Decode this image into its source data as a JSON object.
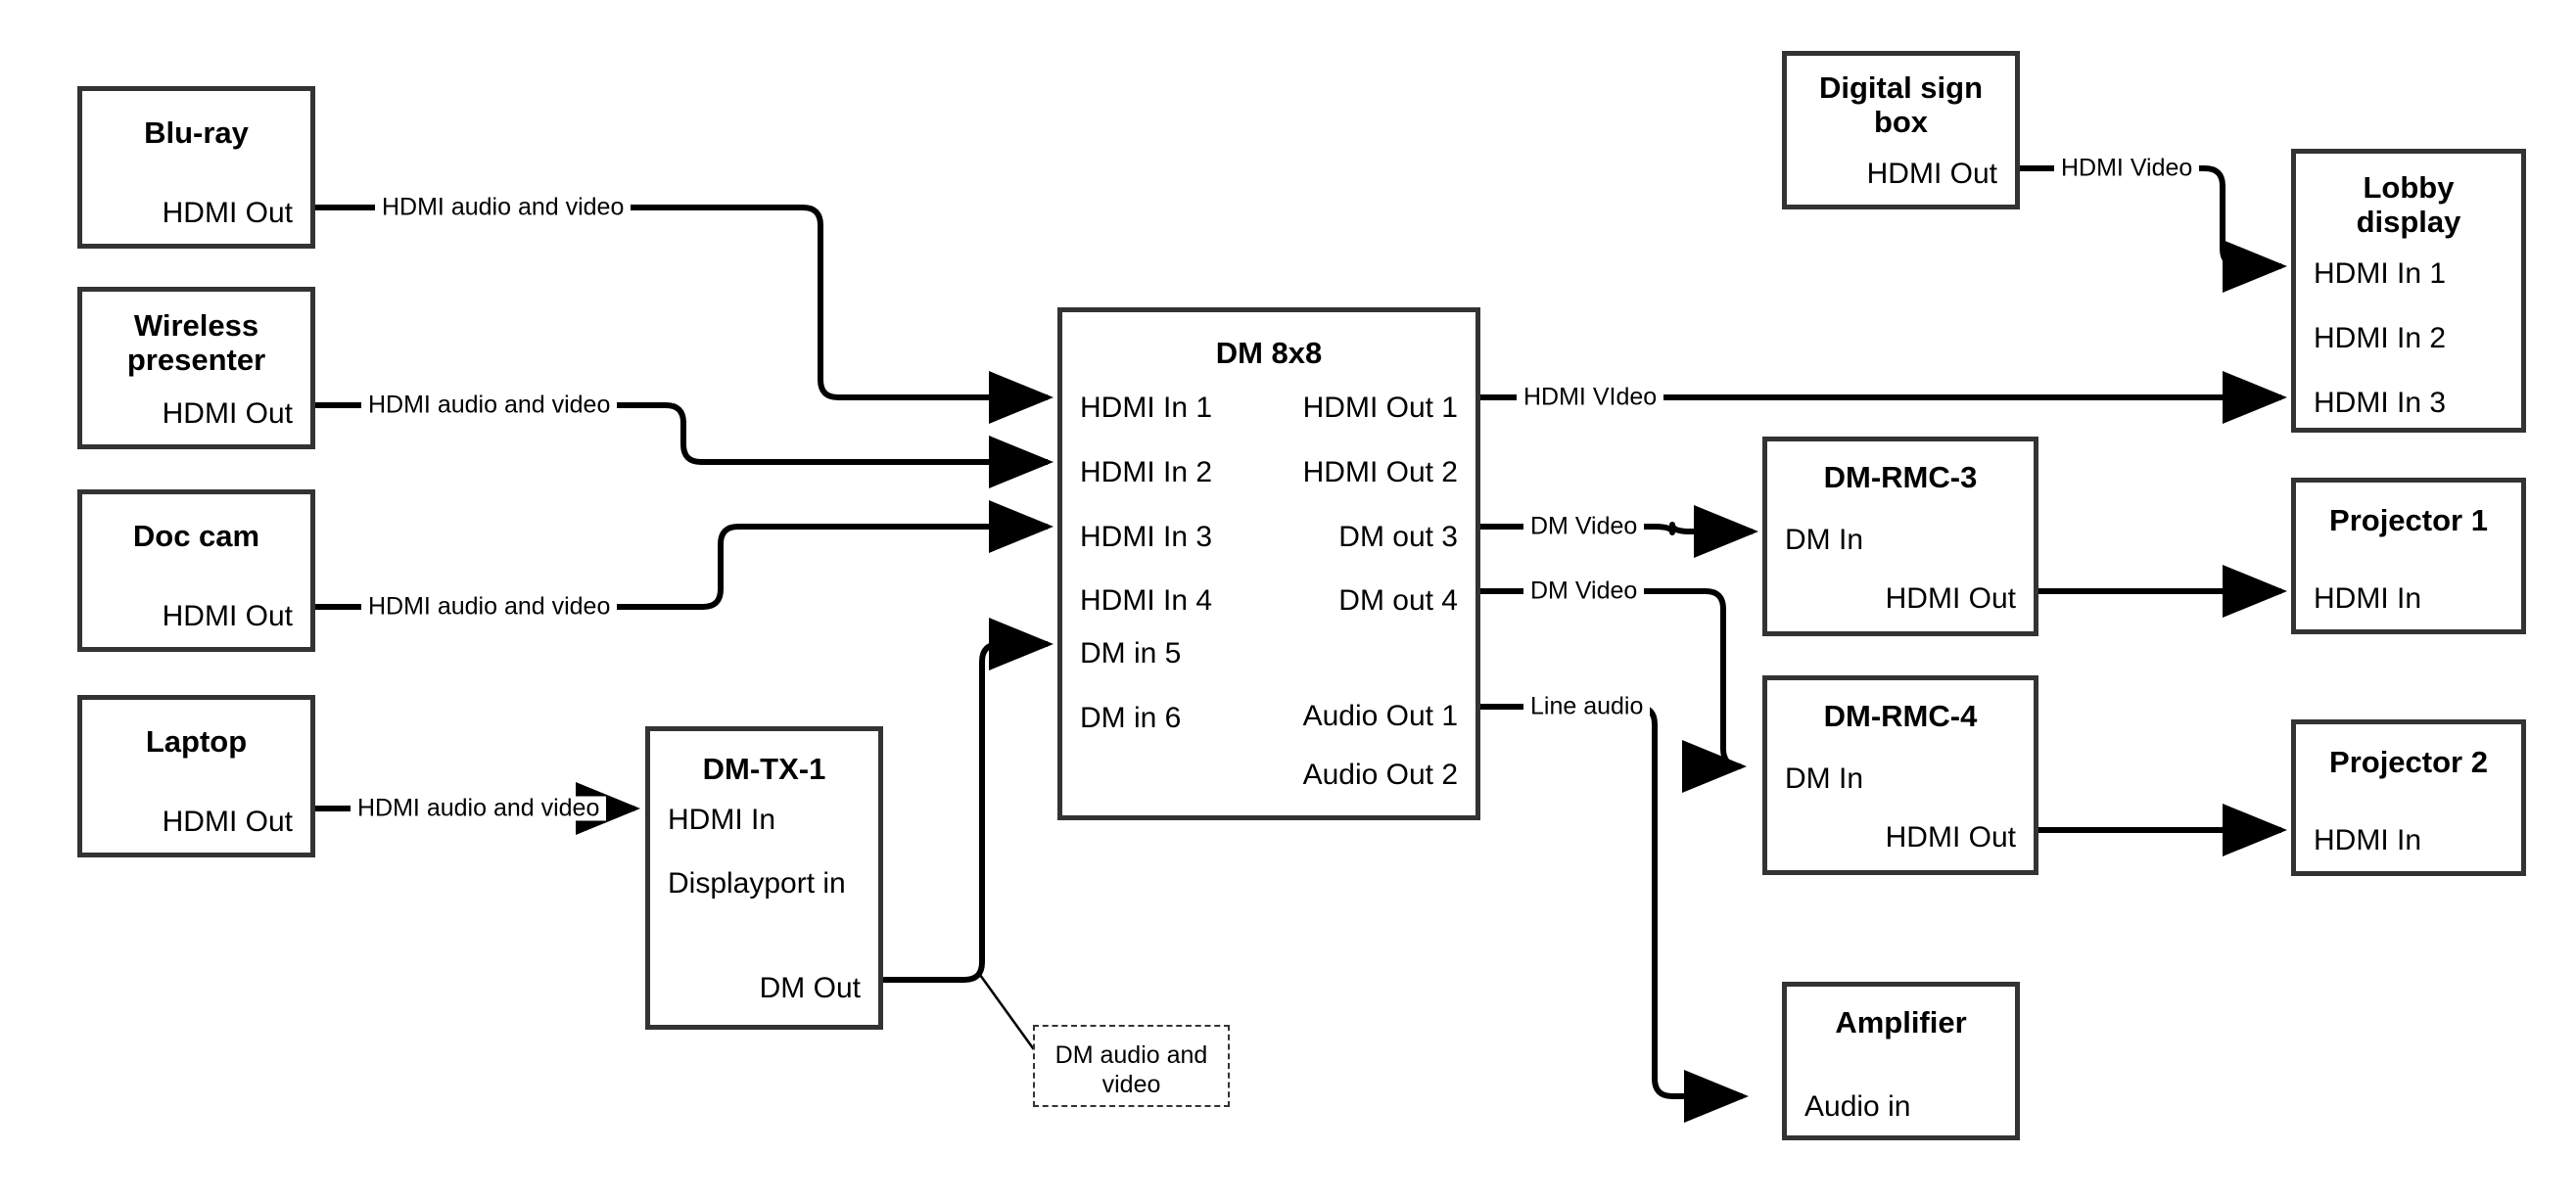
{
  "diagram": {
    "title": "DM 8x8 AV distribution system diagram",
    "stroke_color": "#333333",
    "text_color": "#000000",
    "background": "#ffffff"
  },
  "nodes": {
    "bluray": {
      "title": "Blu-ray",
      "ports": {
        "out1": "HDMI Out"
      }
    },
    "wireless": {
      "title": "Wireless\npresenter",
      "title_line1": "Wireless",
      "title_line2": "presenter",
      "ports": {
        "out1": "HDMI Out"
      }
    },
    "doccam": {
      "title": "Doc cam",
      "ports": {
        "out1": "HDMI Out"
      }
    },
    "laptop": {
      "title": "Laptop",
      "ports": {
        "out1": "HDMI Out"
      }
    },
    "dmtx1": {
      "title": "DM-TX-1",
      "ports": {
        "in1": "HDMI In",
        "in2": "Displayport in",
        "out1": "DM Out"
      }
    },
    "dm8x8": {
      "title": "DM 8x8",
      "inputs": [
        "HDMI In 1",
        "HDMI In 2",
        "HDMI In 3",
        "HDMI In 4",
        "DM in 5",
        "DM in 6"
      ],
      "outputs": [
        "HDMI Out 1",
        "HDMI Out 2",
        "DM out 3",
        "DM out 4",
        "Audio Out 1",
        "Audio Out 2"
      ]
    },
    "digitalsign": {
      "title_line1": "Digital sign",
      "title_line2": "box",
      "ports": {
        "out1": "HDMI Out"
      }
    },
    "lobby": {
      "title_line1": "Lobby",
      "title_line2": "display",
      "inputs": [
        "HDMI In 1",
        "HDMI In 2",
        "HDMI In 3"
      ]
    },
    "dmrmc3": {
      "title": "DM-RMC-3",
      "ports": {
        "in1": "DM In",
        "out1": "HDMI Out"
      }
    },
    "dmrmc4": {
      "title": "DM-RMC-4",
      "ports": {
        "in1": "DM In",
        "out1": "HDMI Out"
      }
    },
    "projector1": {
      "title": "Projector 1",
      "ports": {
        "in1": "HDMI In"
      }
    },
    "projector2": {
      "title": "Projector 2",
      "ports": {
        "in1": "HDMI In"
      }
    },
    "amplifier": {
      "title": "Amplifier",
      "ports": {
        "in1": "Audio in"
      }
    },
    "note_dm": {
      "line1": "DM audio and",
      "line2": "video"
    }
  },
  "wire_labels": {
    "bluray_to_dm": "HDMI audio and video",
    "wireless_to_dm": "HDMI audio and video",
    "doccam_to_dm": "HDMI audio and video",
    "laptop_to_dmtx1": "HDMI audio and video",
    "hdmiout1_to_lobby": "HDMI VIdeo",
    "dmout3_to_rmc3": "DM Video",
    "dmout4_to_rmc4": "DM Video",
    "audioout1_to_amp": "Line audio",
    "sign_to_lobby": "HDMI Video"
  }
}
